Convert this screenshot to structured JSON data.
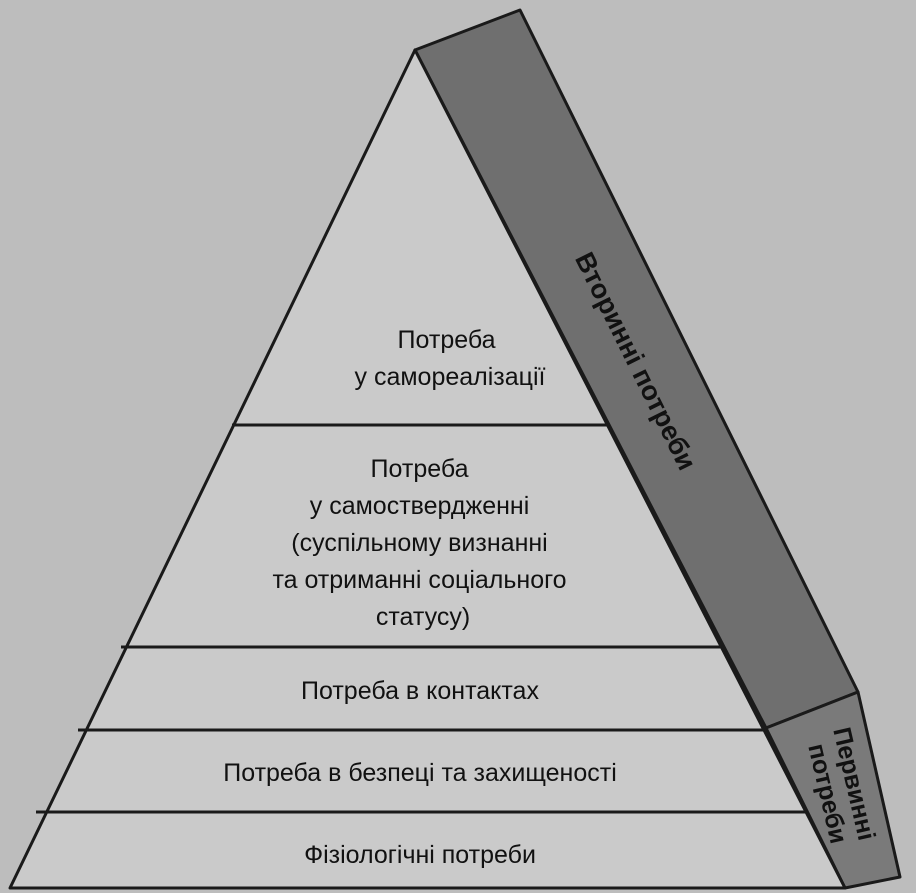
{
  "levels": [
    {
      "lines": [
        "Потреба",
        "у самореалізації"
      ]
    },
    {
      "lines": [
        "Потреба",
        "у самоствердженні",
        "(суспільному визнанні",
        "та отриманні соціального",
        "статусу)"
      ]
    },
    {
      "lines": [
        "Потреба в контактах"
      ]
    },
    {
      "lines": [
        "Потреба в безпеці та захищеності"
      ]
    },
    {
      "lines": [
        "Фізіологічні потреби"
      ]
    }
  ],
  "side_labels": {
    "secondary": "Вторинні потреби",
    "primary_line1": "Первинні",
    "primary_line2": "потреби"
  },
  "colors": {
    "background": "#bdbdbd",
    "pyramid_face": "#cacaca",
    "side_band": "#6f6f6f",
    "outline": "#1a1a1a",
    "text": "#111111"
  }
}
